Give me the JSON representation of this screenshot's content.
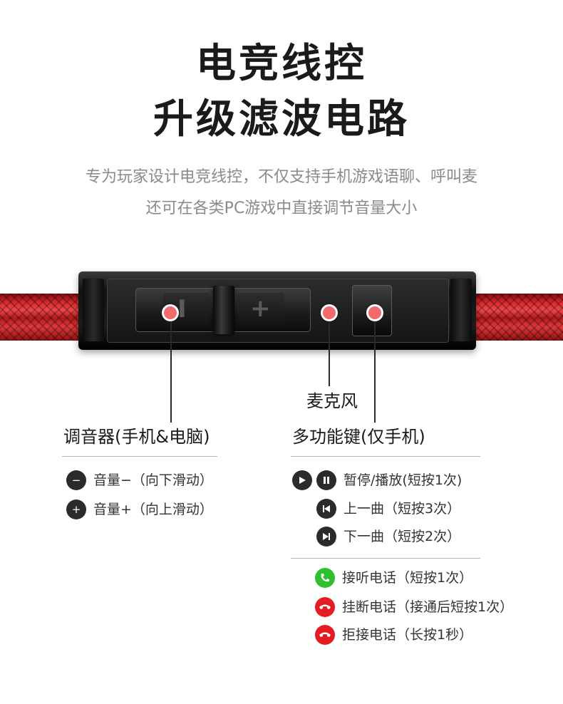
{
  "heading": {
    "line1": "电竞线控",
    "line2": "升级滤波电路"
  },
  "subtitle": {
    "line1": "专为玩家设计电竞线控，不仅支持手机游戏语聊、呼叫麦",
    "line2": "还可在各类PC游戏中直接调节音量大小"
  },
  "remote": {
    "minus_symbol": "I",
    "plus_symbol": "+"
  },
  "callouts": {
    "mic_label": "麦克风",
    "volume_label": "调音器(手机&电脑)",
    "multi_label": "多功能键(仅手机)"
  },
  "volume_controls": [
    {
      "icon": "minus-circle-icon",
      "glyph": "−",
      "text": "音量−（向下滑动）"
    },
    {
      "icon": "plus-circle-icon",
      "glyph": "+",
      "text": "音量+（向上滑动）"
    }
  ],
  "media_controls": [
    {
      "text": "暂停/播放(短按1次)"
    },
    {
      "icon": "previous-track-icon",
      "glyph": "⏮",
      "text": "上一曲（短按3次）"
    },
    {
      "icon": "next-track-icon",
      "glyph": "⏭",
      "text": "下一曲（短按2次）"
    }
  ],
  "call_controls": [
    {
      "icon": "answer-call-icon",
      "glyph": "✆",
      "text": "接听电话（短按1次）"
    },
    {
      "icon": "hang-up-icon",
      "glyph": "☎",
      "text": "挂断电话（接通后短按1次）"
    },
    {
      "icon": "reject-call-icon",
      "glyph": "☎",
      "text": "拒接电话（长按1秒）"
    }
  ],
  "colors": {
    "title": "#1a1a1a",
    "subtitle": "#8a8a8a",
    "cable_red": "#d6282a",
    "marker_pink": "#f06a6e",
    "answer_green": "#2ec02e",
    "hangup_red": "#e51c23",
    "icon_dark": "#2b2b2b"
  }
}
